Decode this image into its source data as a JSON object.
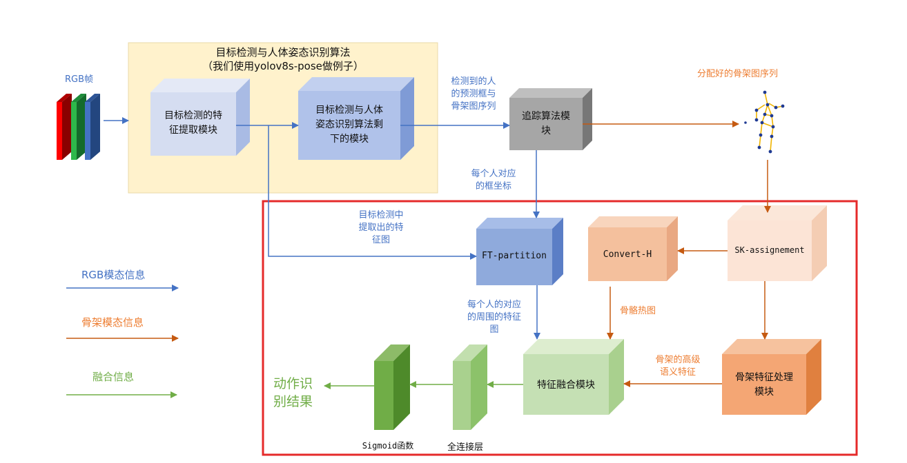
{
  "pipeline": {
    "title_line1": "目标检测与人体姿态识别算法",
    "title_line2": "（我们使用yolov8s-pose做例子）"
  },
  "input": {
    "label": "RGB帧"
  },
  "boxes": {
    "feature_extract": [
      "目标检测的特",
      "征提取模块"
    ],
    "remaining": [
      "目标检测与人体",
      "姿态识别算法剩",
      "下的模块"
    ],
    "tracking": [
      "追踪算法模",
      "块"
    ],
    "ft_partition": "FT-partition",
    "convert_h": "Convert-H",
    "sk_assign": "SK-assignement",
    "fusion": "特征融合模块",
    "skeleton_proc": [
      "骨架特征处理",
      "模块"
    ],
    "fc": "全连接层",
    "sigmoid": "Sigmoid函数"
  },
  "labels": {
    "detected": [
      "检测到的人",
      "的预测框与",
      "骨架图序列"
    ],
    "assigned_seq": "分配好的骨架图序列",
    "box_coords": [
      "每个人对应",
      "的框坐标"
    ],
    "feature_map": [
      "目标检测中",
      "提取出的特",
      "征图"
    ],
    "surrounding": [
      "每个人的对应",
      "的周围的特征",
      "图"
    ],
    "heatmap": "骨骼热图",
    "high_level": [
      "骨架的高级",
      "语义特征"
    ],
    "result": [
      "动作识",
      "别结果"
    ]
  },
  "legend": {
    "rgb": "RGB模态信息",
    "skeleton": "骨架模态信息",
    "fusion": "融合信息"
  },
  "colors": {
    "blue": "#4472C4",
    "orange": "#ED7D31",
    "green": "#70AD47",
    "frame": "#E52A2A",
    "panel": "#FFF2CC"
  }
}
